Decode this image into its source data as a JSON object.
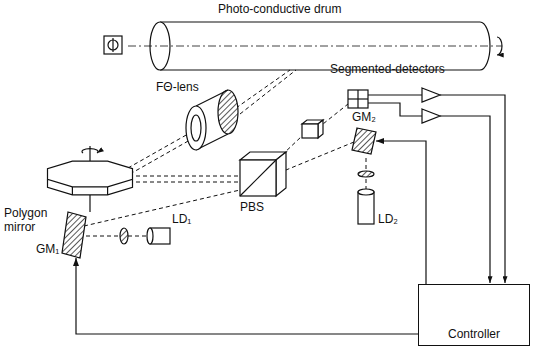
{
  "diagram": {
    "nodes": [
      {
        "text": [
          "GM₂"
        ]
      },
      {
        "text": [
          "GM₁"
        ]
      },
      {
        "text": [
          "Controller"
        ]
      }
    ],
    "edges": [
      {
        "from": 2,
        "to": 1,
        "arrow": "to"
      },
      {
        "from": 2,
        "to": 0,
        "arrow": "to"
      }
    ],
    "labels": [
      "Photo-conductive drum",
      "FΘ-lens",
      "Segmented-detectors",
      "Polygon mirror",
      "PBS",
      "LD₁",
      "LD₂"
    ]
  }
}
